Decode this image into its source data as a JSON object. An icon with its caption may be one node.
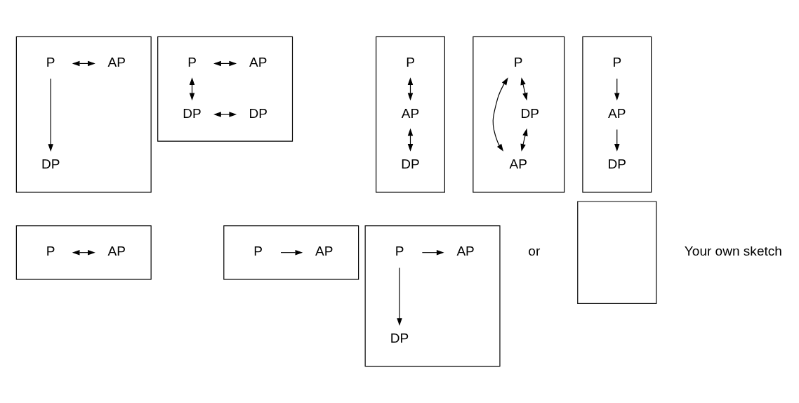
{
  "diagram": {
    "nodes": [
      {
        "text": [],
        "shape": "box"
      },
      {
        "text": [
          "P"
        ],
        "in": 0
      },
      {
        "text": [
          "AP"
        ],
        "in": 0
      },
      {
        "text": [
          "DP"
        ],
        "in": 0
      },
      {
        "text": [],
        "shape": "box"
      },
      {
        "text": [
          "P"
        ],
        "in": 4
      },
      {
        "text": [
          "AP"
        ],
        "in": 4
      },
      {
        "text": [
          "DP"
        ],
        "in": 4
      },
      {
        "text": [
          "DP"
        ],
        "in": 4
      },
      {
        "text": [],
        "shape": "box"
      },
      {
        "text": [
          "P"
        ],
        "in": 9
      },
      {
        "text": [
          "AP"
        ],
        "in": 9
      },
      {
        "text": [
          "DP"
        ],
        "in": 9
      },
      {
        "text": [],
        "shape": "box"
      },
      {
        "text": [
          "P"
        ],
        "in": 13
      },
      {
        "text": [
          "AP"
        ],
        "in": 13
      },
      {
        "text": [
          "DP"
        ],
        "in": 13
      },
      {
        "text": [],
        "shape": "box"
      },
      {
        "text": [
          "P"
        ],
        "in": 17
      },
      {
        "text": [
          "AP"
        ],
        "in": 17
      },
      {
        "text": [
          "DP"
        ],
        "in": 17
      },
      {
        "text": [],
        "shape": "box"
      },
      {
        "text": [
          "P"
        ],
        "in": 21
      },
      {
        "text": [
          "AP"
        ],
        "in": 21
      },
      {
        "text": [],
        "shape": "box"
      },
      {
        "text": [
          "P"
        ],
        "in": 24
      },
      {
        "text": [
          "AP"
        ],
        "in": 24
      },
      {
        "text": [],
        "shape": "box"
      },
      {
        "text": [
          "P"
        ],
        "in": 27
      },
      {
        "text": [
          "AP"
        ],
        "in": 27
      },
      {
        "text": [
          "DP"
        ],
        "in": 27
      },
      {
        "text": [],
        "shape": "box",
        "beside": [
          "Your own sketch"
        ]
      }
    ],
    "edges": [
      {
        "from": 1,
        "to": 2,
        "arrow": "both"
      },
      {
        "from": 1,
        "to": 3,
        "arrow": "to"
      },
      {
        "from": 5,
        "to": 6,
        "arrow": "both"
      },
      {
        "from": 5,
        "to": 7,
        "arrow": "both"
      },
      {
        "from": 7,
        "to": 8,
        "arrow": "both"
      },
      {
        "from": 10,
        "to": 11,
        "arrow": "both"
      },
      {
        "from": 11,
        "to": 12,
        "arrow": "both"
      },
      {
        "from": 14,
        "to": 15,
        "arrow": "both"
      },
      {
        "from": 14,
        "to": 16,
        "arrow": "both"
      },
      {
        "from": 16,
        "to": 15,
        "arrow": "both"
      },
      {
        "from": 18,
        "to": 19,
        "arrow": "to"
      },
      {
        "from": 19,
        "to": 20,
        "arrow": "to"
      },
      {
        "from": 22,
        "to": 23,
        "arrow": "both"
      },
      {
        "from": 25,
        "to": 26,
        "arrow": "to"
      },
      {
        "from": 28,
        "to": 29,
        "arrow": "to"
      },
      {
        "from": 28,
        "to": 30,
        "arrow": "to"
      }
    ],
    "labels": [
      "or"
    ]
  }
}
